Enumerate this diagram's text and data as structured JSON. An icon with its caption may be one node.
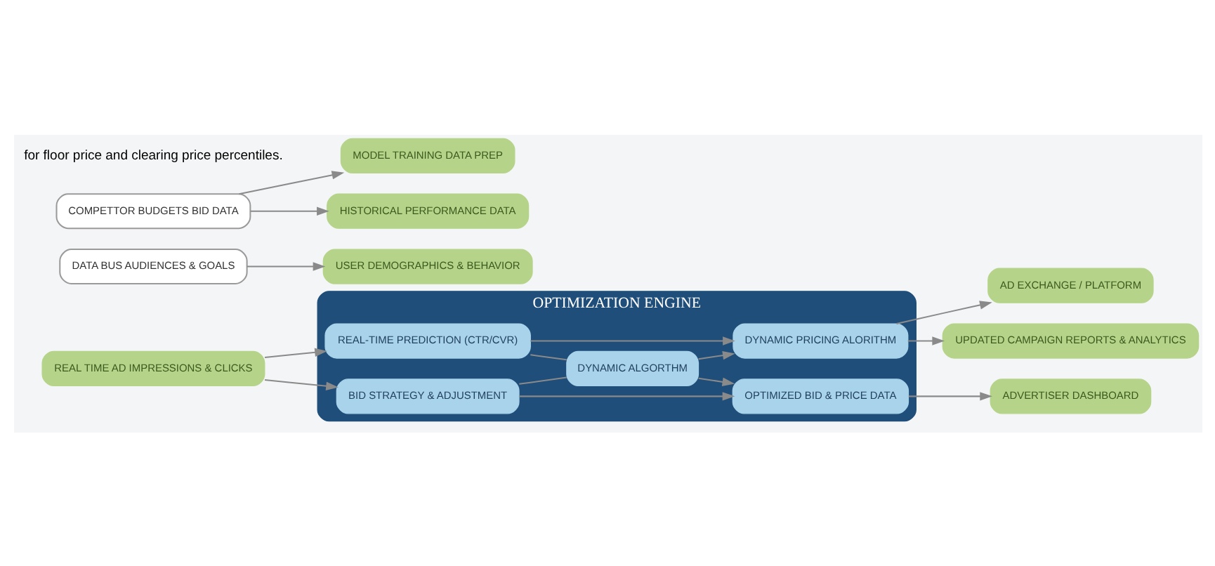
{
  "diagram": {
    "nodes": [
      {
        "text": [
          "REAL TIME AD IMPRESSIONS & CLICKS"
        ]
      },
      {
        "text": [
          "USER DEMOGRAPHICS & BEHAVIOR"
        ]
      },
      {
        "text": [
          "MODEL TRAINING DATA PREP"
        ]
      },
      {
        "text": [
          "HISTORICAL PERFORMANCE DATA"
        ]
      },
      {
        "text": [
          "DATA BUS AUDIENCES & GOALS"
        ]
      },
      {
        "text": [
          "COMPETTOR BUDGETS BID DATA"
        ]
      },
      {
        "text": [
          "OPTIMIZATION ENGINE"
        ]
      },
      {
        "text": [
          "REAL-TIME PREDICTION (CTR/CVR)"
        ],
        "in": 6
      },
      {
        "text": [
          "BID STRATEGY & ADJUSTMENT"
        ],
        "in": 6
      },
      {
        "text": [
          "DYNAMIC ALGORTHM"
        ],
        "in": 6
      },
      {
        "text": [
          "DYNAMIC PRICING ALORITHM"
        ],
        "in": 6
      },
      {
        "text": [
          "OPTIMIZED BID & PRICE DATA"
        ],
        "in": 6
      },
      {
        "text": [
          "AD EXCHANGE / PLATFORM"
        ]
      },
      {
        "text": [
          "UPDATED CAMPAIGN REPORTS & ANALYTICS"
        ]
      },
      {
        "text": [
          "ADVERTISER DASHBOARD"
        ]
      }
    ],
    "edges": [
      {
        "from": 0,
        "to": 7,
        "arrow": "to"
      },
      {
        "from": 0,
        "to": 8,
        "arrow": "to"
      },
      {
        "from": 4,
        "to": 1,
        "arrow": "to"
      },
      {
        "from": 5,
        "to": 2,
        "arrow": "to"
      },
      {
        "from": 5,
        "to": 3,
        "arrow": "to"
      },
      {
        "from": 7,
        "to": 9,
        "arrow": "none"
      },
      {
        "from": 8,
        "to": 9,
        "arrow": "none"
      },
      {
        "from": 9,
        "to": 10,
        "arrow": "to"
      },
      {
        "from": 9,
        "to": 11,
        "arrow": "to"
      },
      {
        "from": 7,
        "to": 10,
        "arrow": "to"
      },
      {
        "from": 8,
        "to": 11,
        "arrow": "to"
      },
      {
        "from": 10,
        "to": 12,
        "arrow": "to"
      },
      {
        "from": 10,
        "to": 13,
        "arrow": "to"
      },
      {
        "from": 11,
        "to": 14,
        "arrow": "to"
      }
    ],
    "labels": [
      "for floor price and clearing price percentiles."
    ]
  }
}
